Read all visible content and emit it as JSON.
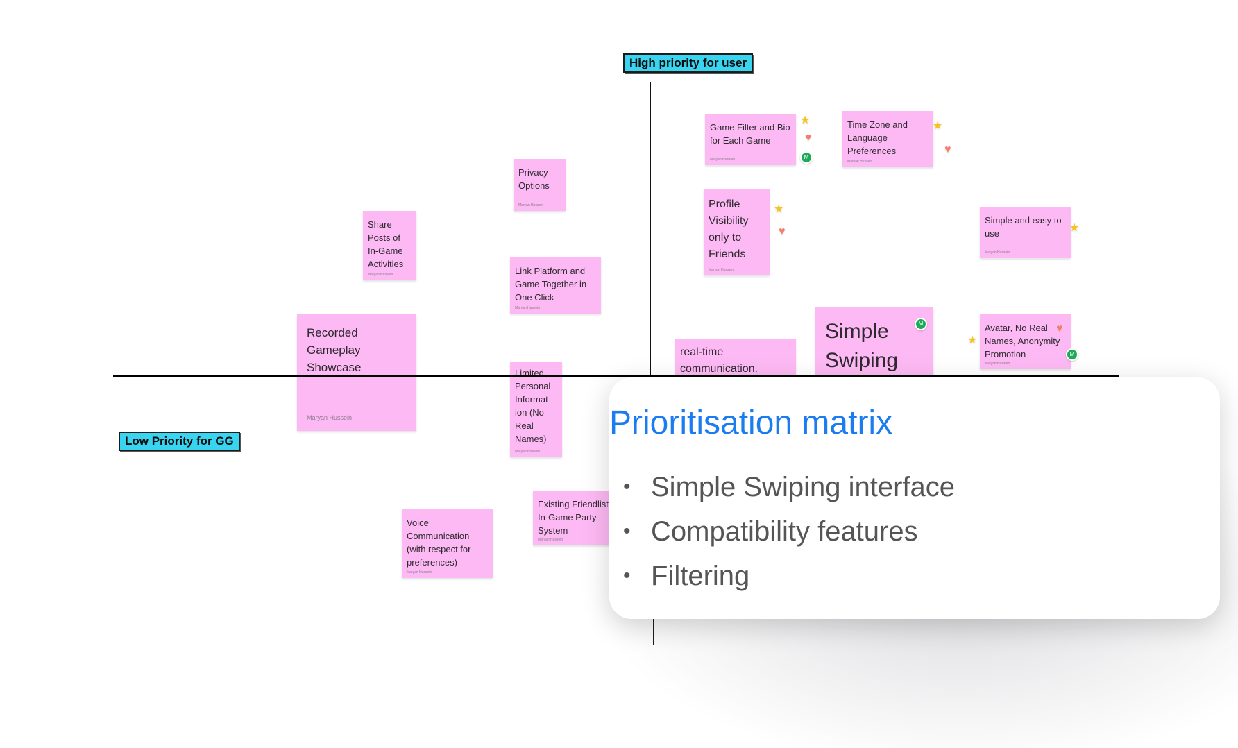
{
  "axes": {
    "top_label": "High priority for user",
    "left_label": "Low Priority for GG"
  },
  "stickies": [
    {
      "text": "Game Filter and Bio for Each Game",
      "author": "Maryan Hussein",
      "quadrant": "top-right",
      "reactions": [
        "star",
        "heart",
        "avatar-M"
      ]
    },
    {
      "text": "Time Zone and Language Preferences",
      "author": "Maryan Hussein",
      "quadrant": "top-right",
      "reactions": [
        "star",
        "heart"
      ]
    },
    {
      "text": "Profile Visibility only to Friends",
      "author": "Maryan Hussein",
      "quadrant": "top-right",
      "reactions": [
        "star",
        "heart"
      ]
    },
    {
      "text": "Simple and easy to use",
      "author": "Maryan Hussein",
      "quadrant": "top-right",
      "reactions": [
        "star"
      ]
    },
    {
      "text": "Avatar, No Real Names, Anonymity Promotion",
      "author": "Maryan Hussein",
      "quadrant": "top-right",
      "reactions": [
        "star",
        "heart",
        "avatar-M"
      ]
    },
    {
      "text": "real-time communication.",
      "author": "",
      "quadrant": "top-right",
      "reactions": []
    },
    {
      "text": "Simple Swiping",
      "author": "",
      "quadrant": "top-right",
      "reactions": [
        "avatar-M"
      ]
    },
    {
      "text": "Privacy Options",
      "author": "Maryan Hussein",
      "quadrant": "top-left",
      "reactions": []
    },
    {
      "text": "Share Posts of In-Game Activities",
      "author": "Maryan Hussein",
      "quadrant": "top-left",
      "reactions": []
    },
    {
      "text": "Link Platform and Game Together in One Click",
      "author": "Maryan Hussein",
      "quadrant": "top-left",
      "reactions": []
    },
    {
      "text": "Recorded Gameplay Showcase",
      "author": "Maryan Hussein",
      "quadrant": "left",
      "reactions": []
    },
    {
      "text": "Limited Personal Informat ion (No Real Names)",
      "author": "Maryan Hussein",
      "quadrant": "left",
      "reactions": []
    },
    {
      "text": "Voice Communication (with respect for preferences)",
      "author": "Maryan Hussein",
      "quadrant": "bottom-left",
      "reactions": []
    },
    {
      "text": "Existing Friendlist In-Game Party System",
      "author": "Maryan Hussein",
      "quadrant": "bottom-left",
      "reactions": []
    }
  ],
  "reaction_glyphs": {
    "star": "★",
    "heart": "♥",
    "avatar": "M"
  },
  "card": {
    "title": "Prioritisation matrix",
    "items": [
      "Simple Swiping interface",
      "Compatibility features",
      "Filtering"
    ],
    "bullet": "•"
  },
  "colors": {
    "sticky": "#fdb9f3",
    "axis_label": "#38d4f0",
    "card_title": "#1a7cf0",
    "star": "#f7c21a",
    "heart": "#f77a70",
    "avatar": "#1eab59"
  }
}
